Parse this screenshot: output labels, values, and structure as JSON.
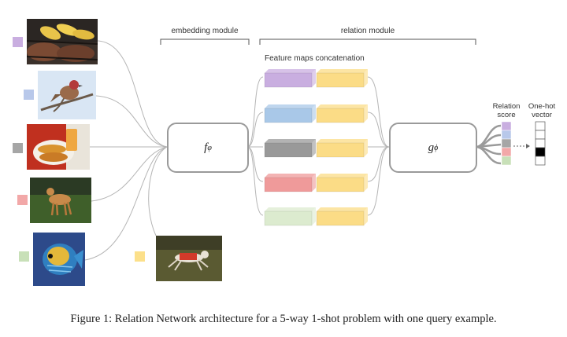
{
  "modules": {
    "embedding": "embedding module",
    "relation": "relation module"
  },
  "feature_maps_label": "Feature maps concatenation",
  "embedding_fn": "f",
  "embedding_sub": "φ",
  "relation_fn": "g",
  "relation_sub": "ϕ",
  "relation_score_label": [
    "Relation",
    "score"
  ],
  "onehot_label": [
    "One-hot",
    "vector"
  ],
  "caption": "Figure 1: Relation Network architecture for a 5-way 1-shot problem with one query example.",
  "support_classes": [
    {
      "subject": "grilled food",
      "color": "#c9aee0"
    },
    {
      "subject": "bird",
      "color": "#b8c8ea"
    },
    {
      "subject": "hot dogs",
      "color": "#a6a6a6"
    },
    {
      "subject": "dog",
      "color": "#f2a8a8"
    },
    {
      "subject": "fish",
      "color": "#c8e0b8"
    }
  ],
  "query": {
    "subject": "running dog",
    "color": "#fce08a"
  },
  "feature_colors": [
    "#c9aee0",
    "#a9c8e8",
    "#999999",
    "#ef9a9a",
    "#dcebcf"
  ],
  "query_feature_color": "#fbdc86",
  "onehot_active_index": 3,
  "colors": {
    "line": "#b5b5b5",
    "box_border": "#9a9a9a",
    "onehot_active": "#000000"
  }
}
